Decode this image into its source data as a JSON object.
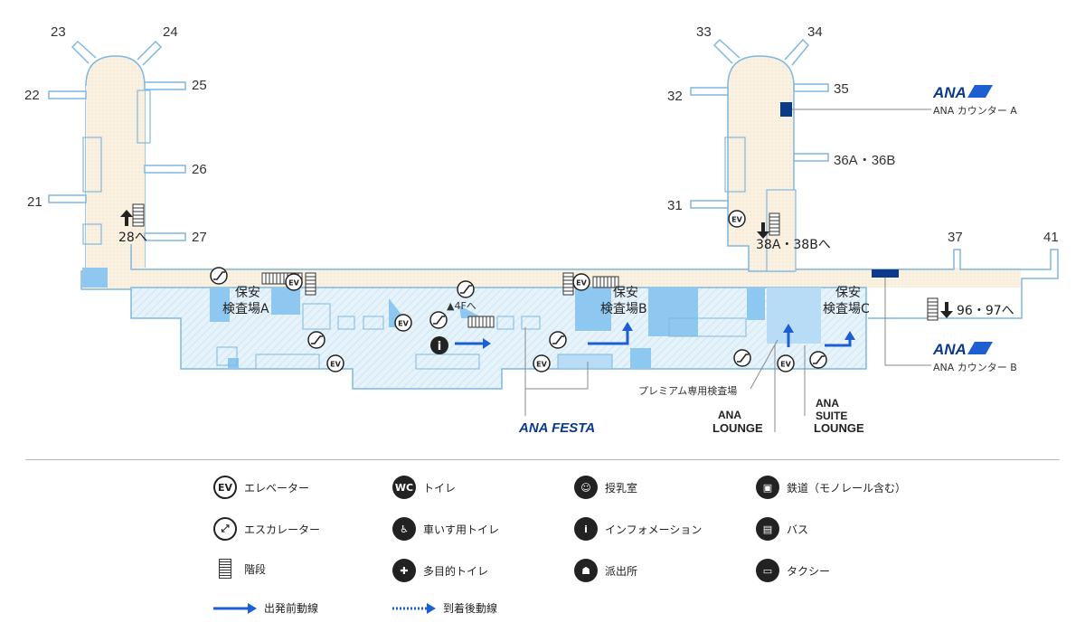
{
  "gates": [
    "23",
    "24",
    "22",
    "25",
    "26",
    "21",
    "27",
    "33",
    "34",
    "32",
    "35",
    "36A・36B",
    "31",
    "37",
    "41"
  ],
  "stair_directions": {
    "to28": "28へ",
    "to38": "38A・38Bへ",
    "to9697": "96・97へ",
    "to4f": "▲4Fへ"
  },
  "checkpoints": {
    "a_line1": "保安",
    "a_line2": "検査場A",
    "b_line1": "保安",
    "b_line2": "検査場B",
    "c_line1": "保安",
    "c_line2": "検査場C"
  },
  "callouts": {
    "ana_logo_a": "ANA",
    "ana_counter_a": "ANA カウンター A",
    "ana_logo_b": "ANA",
    "ana_counter_b": "ANA カウンター B",
    "premium": "プレミアム専用検査場",
    "ana_festa": "ANA FESTA",
    "lounge_1": "ANA",
    "lounge_2": "LOUNGE",
    "suite_1": "ANA",
    "suite_2": "SUITE",
    "suite_3": "LOUNGE"
  },
  "map_icons": {
    "ev": "EV",
    "info": "i"
  },
  "legend": {
    "ev_label": "エレベーター",
    "escalator_label": "エスカレーター",
    "stairs_label": "階段",
    "departure_label": "出発前動線",
    "arrival_label": "到着後動線",
    "toilet_label": "トイレ",
    "wheelchair_label": "車いす用トイレ",
    "multi_label": "多目的トイレ",
    "nursing_label": "授乳室",
    "info_label": "インフォメーション",
    "police_label": "派出所",
    "rail_label": "鉄道（モノレール含む）",
    "bus_label": "バス",
    "taxi_label": "タクシー",
    "ev_icon": "EV",
    "wc_icon": "WC",
    "info_icon": "i"
  },
  "colors": {
    "beige": "#fbf1e1",
    "lightblue": "#dbeffa",
    "blue": "#8ec8f0",
    "navy": "#0b3a8a",
    "arrow": "#1d5fd1",
    "outline": "#7fb8e0"
  }
}
